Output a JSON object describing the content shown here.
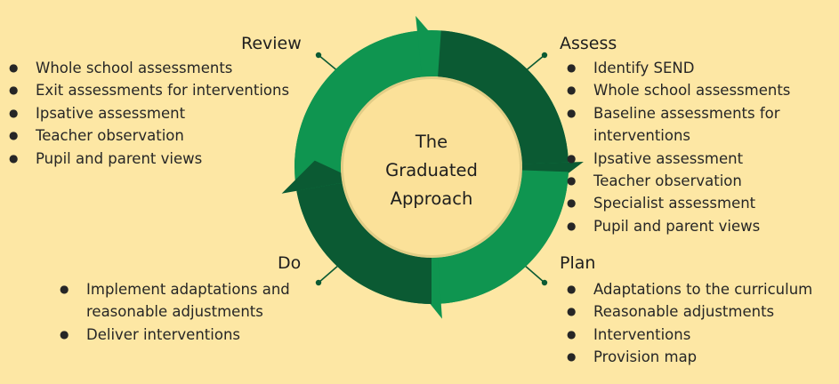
{
  "center_label": [
    "The",
    "Graduated",
    "Approach"
  ],
  "colors": {
    "background": "#fde7a4",
    "ring_light": "#0f9550",
    "ring_dark": "#0b5a33",
    "inner_disc": "#e2cd86"
  },
  "stages": {
    "review": {
      "title": "Review",
      "items": [
        "Whole school assessments",
        "Exit assessments for interventions",
        "Ipsative assessment",
        "Teacher observation",
        "Pupil and parent views"
      ]
    },
    "assess": {
      "title": "Assess",
      "items": [
        "Identify SEND",
        "Whole school assessments",
        "Baseline assessments for interventions",
        "Ipsative assessment",
        "Teacher observation",
        "Specialist assessment",
        "Pupil and parent views"
      ]
    },
    "do": {
      "title": "Do",
      "items": [
        "Implement adaptations and reasonable adjustments",
        "Deliver interventions"
      ]
    },
    "plan": {
      "title": "Plan",
      "items": [
        "Adaptations to the curriculum",
        "Reasonable adjustments",
        "Interventions",
        "Provision map"
      ]
    }
  }
}
